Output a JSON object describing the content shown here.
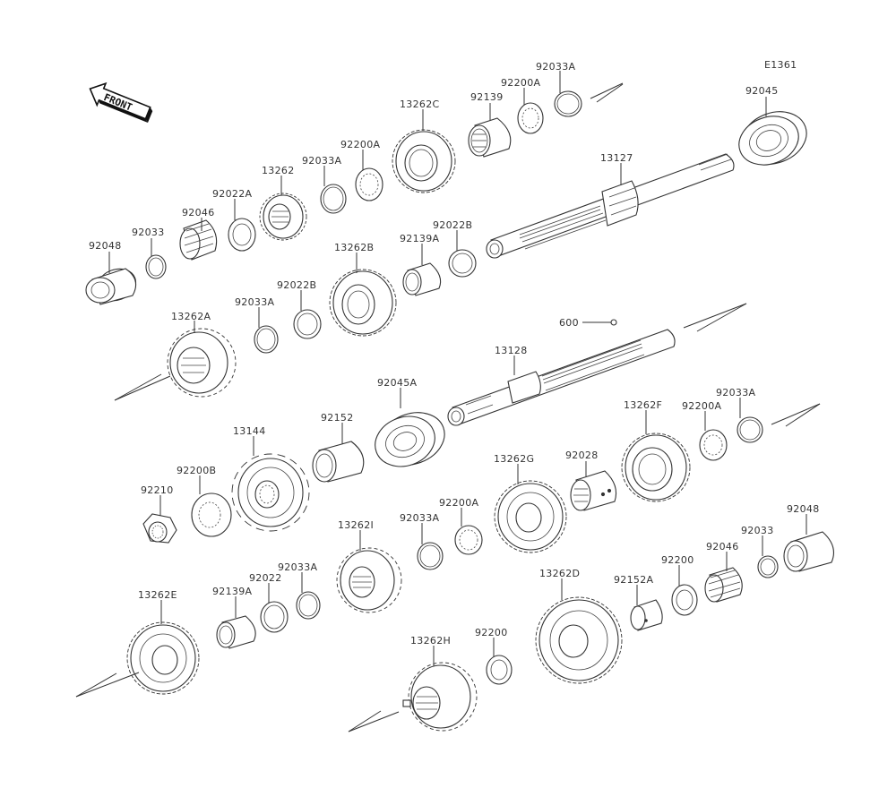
{
  "diagram": {
    "title": "Transmission",
    "code": "E1361",
    "front_label": "FRONT",
    "parts": {
      "p92048a": "92048",
      "p92033a": "92033",
      "p92046a": "92046",
      "p92022A": "92022A",
      "p13262": "13262",
      "p92033A_1": "92033A",
      "p92200A_1": "92200A",
      "p13262C": "13262C",
      "p92139": "92139",
      "p92200A_2": "92200A",
      "p92033A_2": "92033A",
      "p92045": "92045",
      "p13127": "13127",
      "p92022B_1": "92022B",
      "p92139A_1": "92139A",
      "p13262B": "13262B",
      "p92022B_2": "92022B",
      "p92033A_3": "92033A",
      "p13262A": "13262A",
      "p600": "600",
      "p13128": "13128",
      "p92045A": "92045A",
      "p92152": "92152",
      "p13144": "13144",
      "p92200B": "92200B",
      "p92210": "92210",
      "p13262F": "13262F",
      "p92200A_3": "92200A",
      "p92033A_4": "92033A",
      "p92028": "92028",
      "p13262G": "13262G",
      "p92200A_4": "92200A",
      "p92033A_5": "92033A",
      "p13262I": "13262I",
      "p92048b": "92048",
      "p92033b": "92033",
      "p92046b": "92046",
      "p92200_1": "92200",
      "p92152A": "92152A",
      "p13262D": "13262D",
      "p92033A_6": "92033A",
      "p92022": "92022",
      "p92139A_2": "92139A",
      "p13262E": "13262E",
      "p92200_2": "92200",
      "p13262H": "13262H"
    }
  }
}
